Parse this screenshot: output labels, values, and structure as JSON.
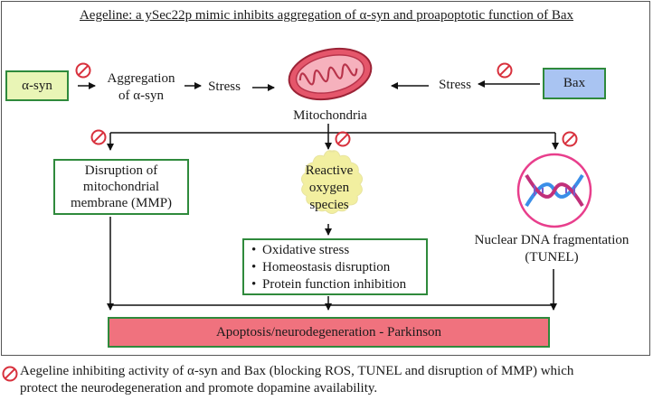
{
  "title": "Aegeline: a ySec22p mimic inhibits aggregation of α-syn and proapoptotic function of Bax",
  "nodes": {
    "asyn": "α-syn",
    "aggregation_line1": "Aggregation",
    "aggregation_line2": "of α-syn",
    "stress_left": "Stress",
    "mitochondria": "Mitochondria",
    "stress_right": "Stress",
    "bax": "Bax",
    "disruption_line1": "Disruption of",
    "disruption_line2": "mitochondrial",
    "disruption_line3": "membrane (MMP)",
    "ros_line1": "Reactive",
    "ros_line2": "oxygen",
    "ros_line3": "species",
    "oxidative_items": [
      "Oxidative stress",
      "Homeostasis disruption",
      "Protein function inhibition"
    ],
    "nuclear_line1": "Nuclear DNA fragmentation",
    "nuclear_line2": "(TUNEL)",
    "apoptosis": "Apoptosis/neurodegeneration - Parkinson"
  },
  "footer": {
    "line1": "Aegeline inhibiting activity of α-syn and Bax (blocking ROS, TUNEL and disruption of MMP) which",
    "line2": "protect the neurodegeneration and promote dopamine availability."
  },
  "icons": [
    "inhibit-icon",
    "mitochondria-icon",
    "dna-icon"
  ],
  "colors": {
    "border_green": "#2f8a3c",
    "asyn_fill": "#e9f5b6",
    "bax_fill": "#a9c4f2",
    "ros_fill": "#f2efa0",
    "apoptosis_fill": "#f0727e",
    "inhibit_red": "#d8313d"
  }
}
